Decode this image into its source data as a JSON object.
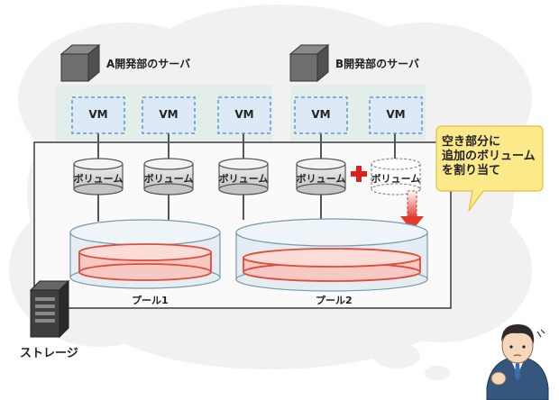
{
  "diagram": {
    "servers": [
      {
        "id": "server-a",
        "label": "A開発部のサーバ"
      },
      {
        "id": "server-b",
        "label": "B開発部のサーバ"
      }
    ],
    "vm_label": "VM",
    "volume_label": "ボリューム",
    "added_volume_label": "ボリューム",
    "pools": [
      {
        "id": "pool-1",
        "label": "プール1"
      },
      {
        "id": "pool-2",
        "label": "プール2"
      }
    ],
    "storage_label": "ストレージ",
    "callout": {
      "line1": "空き部分に",
      "line2": "追加のボリューム",
      "line3": "を割り当て"
    },
    "colors": {
      "cloud": "#f1f1f1",
      "server_area": "#e3eeea",
      "vm_box": "#dde9f7",
      "vm_border": "#5a9bd8",
      "pool_fill": "#e3edf2",
      "disk_fill": "#f7c9c3",
      "disk_border": "#e24a3c",
      "callout": "#fbe98a",
      "plus": "#e02020",
      "arrow": "#e03a2c"
    }
  }
}
